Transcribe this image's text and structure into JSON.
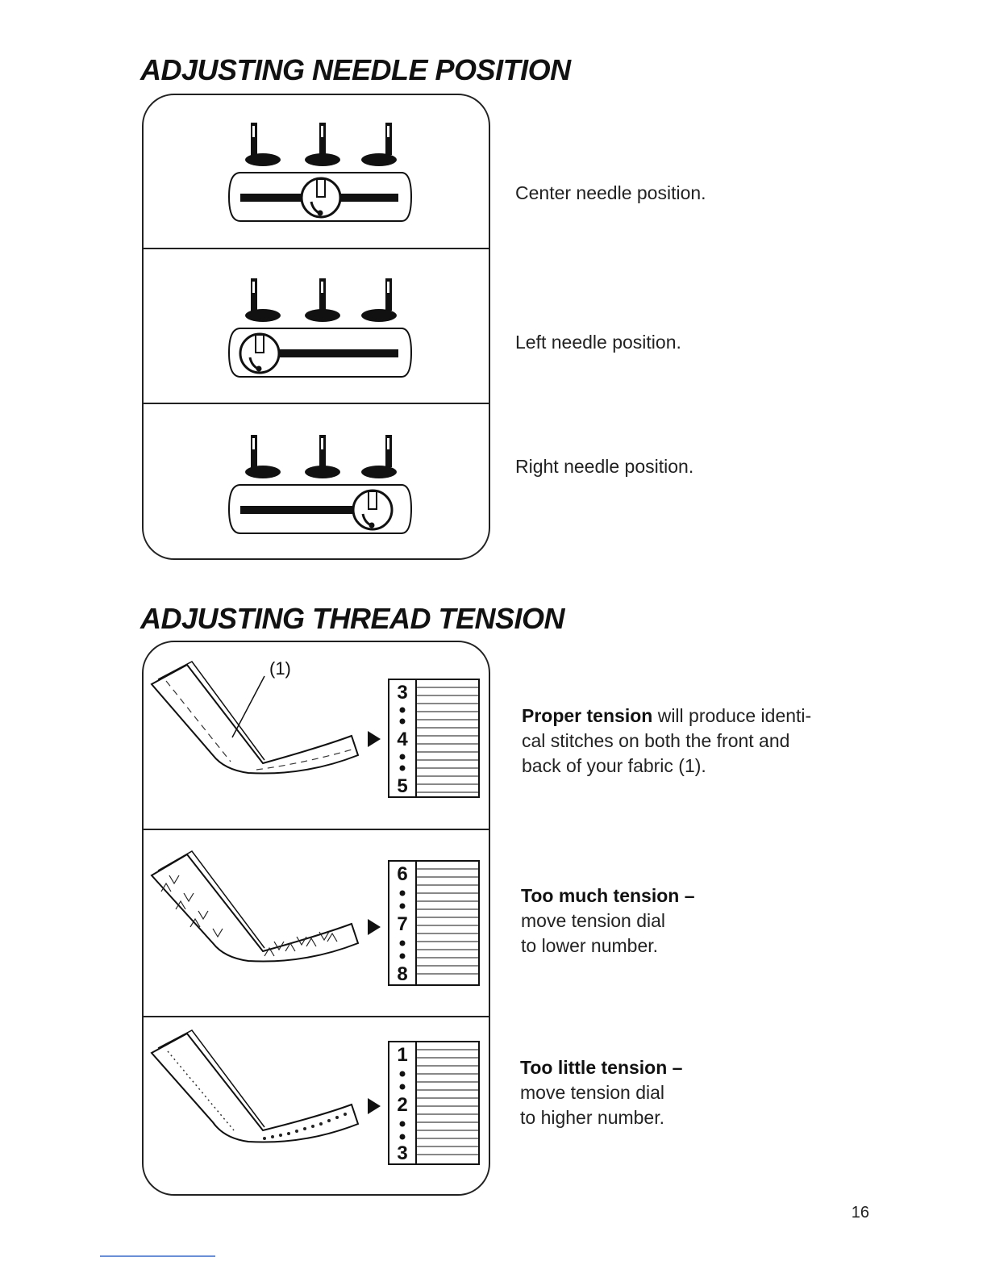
{
  "needle_section": {
    "title": "ADJUSTING NEEDLE POSITION",
    "rows": [
      {
        "position": "center",
        "caption": "Center needle position."
      },
      {
        "position": "left",
        "caption": "Left needle position."
      },
      {
        "position": "right",
        "caption": "Right needle position."
      }
    ]
  },
  "tension_section": {
    "title": "ADJUSTING THREAD TENSION",
    "callout": "(1)",
    "rows": [
      {
        "dial": [
          "3",
          "4",
          "5"
        ],
        "bold": "Proper tension",
        "text": " will produce identi-\ncal stitches on both the front and\nback of your fabric (1)."
      },
      {
        "dial": [
          "6",
          "7",
          "8"
        ],
        "bold": "Too much tension –",
        "text": "move tension dial\nto lower number."
      },
      {
        "dial": [
          "1",
          "2",
          "3"
        ],
        "bold": "Too little tension –",
        "text": "move tension dial\nto higher number."
      }
    ]
  },
  "page_number": "16"
}
